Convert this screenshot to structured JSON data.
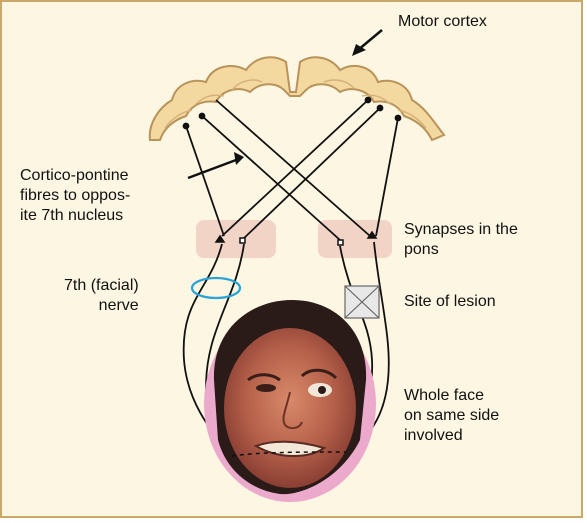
{
  "labels": {
    "motor_cortex": "Motor cortex",
    "cortico_pontine": "Cortico-pontine\nfibres to oppos-\nite 7th nucleus",
    "synapses": "Synapses in the\npons",
    "facial_nerve": "7th (facial)\nnerve",
    "lesion": "Site of lesion",
    "whole_face": "Whole face\non same side\ninvolved"
  },
  "colors": {
    "background": "#fdf6e3",
    "cortex_fill": "#f3d9a0",
    "cortex_stroke": "#b8935a",
    "pons_fill": "#f2d4c6",
    "nerve_ring": "#29a3d6",
    "lesion_fill": "#e8e8e8",
    "line": "#111111"
  }
}
